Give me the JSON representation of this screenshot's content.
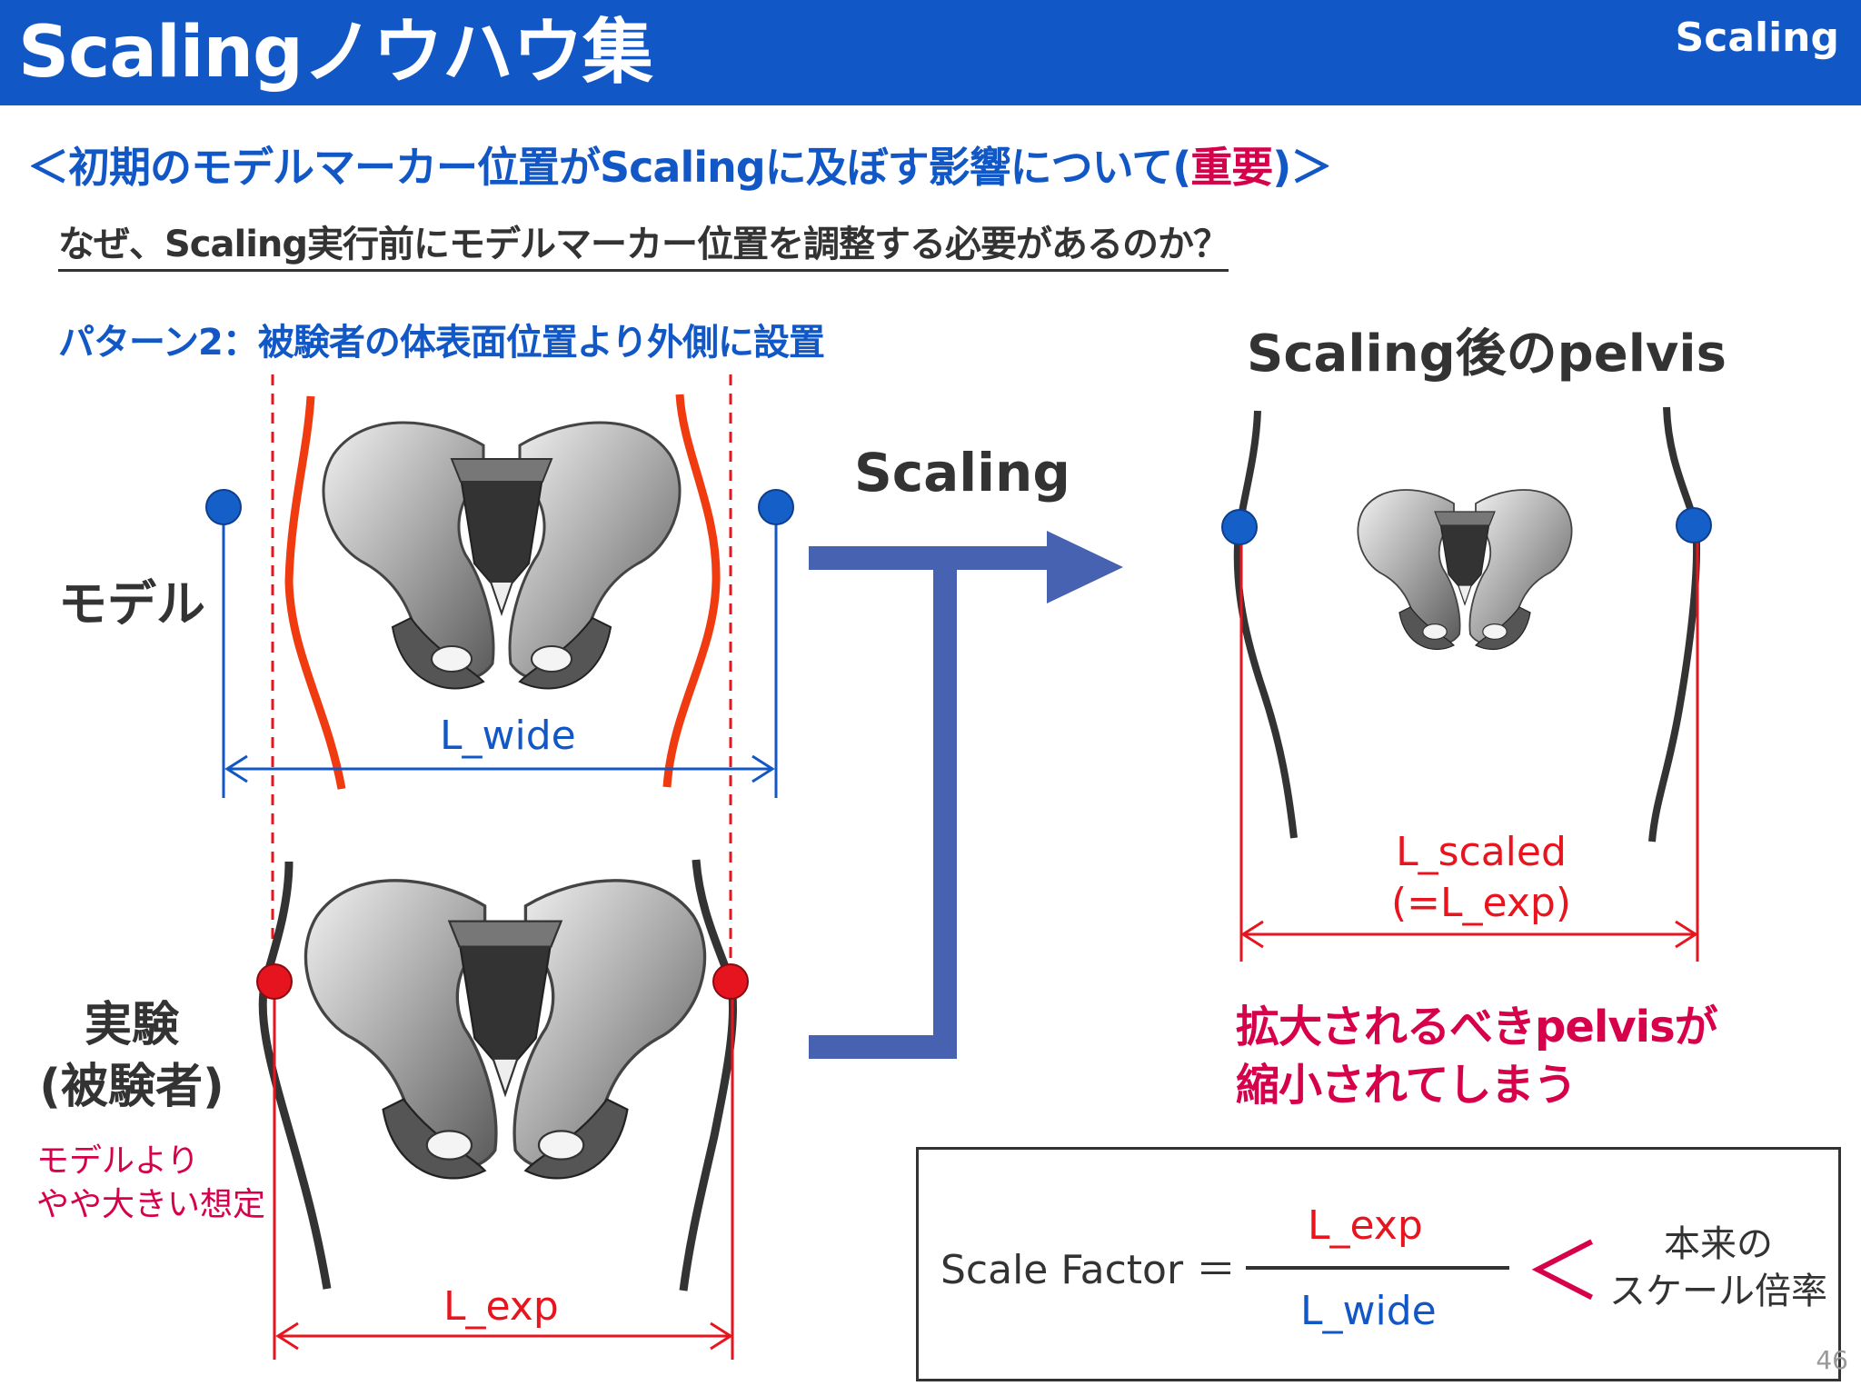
{
  "header": {
    "title": "Scalingノウハウ集",
    "tag": "Scaling"
  },
  "subtitle": {
    "prefix": "＜初期のモデルマーカー位置がScalingに及ぼす影響について(",
    "emphasis": "重要",
    "suffix": ")＞"
  },
  "question": "なぜ、Scaling実行前にモデルマーカー位置を調整する必要があるのか？",
  "pattern": "パターン2：被験者の体表面位置より外側に設置",
  "labels": {
    "model": "モデル",
    "experiment_line1": "実験",
    "experiment_line2": "(被験者)",
    "experiment_note_line1": "モデルより",
    "experiment_note_line2": "やや大きい想定",
    "scaling": "Scaling",
    "after_title": "Scaling後のpelvis",
    "l_wide": "L_wide",
    "l_exp": "L_exp",
    "l_scaled_line1": "L_scaled",
    "l_scaled_line2": "(=L_exp)"
  },
  "warning": {
    "line1": "拡大されるべきpelvisが",
    "line2": "縮小されてしまう"
  },
  "formula": {
    "label": "Scale Factor ＝",
    "numerator": "L_exp",
    "denominator": "L_wide",
    "comparison": "＜",
    "rhs_line1": "本来の",
    "rhs_line2": "スケール倍率"
  },
  "page_number": "46",
  "colors": {
    "header_bg": "#1257c6",
    "blue": "#1257c6",
    "red": "#e8141e",
    "magenta": "#d6004b",
    "arrow": "#4662b0",
    "marker_blue": "#1560c8",
    "marker_red": "#e5141e",
    "body_line_model": "#f03a10",
    "body_line_subject": "#333333"
  },
  "icons": {
    "pelvis": "pelvis-bone-icon",
    "marker": "circle-marker-icon"
  }
}
